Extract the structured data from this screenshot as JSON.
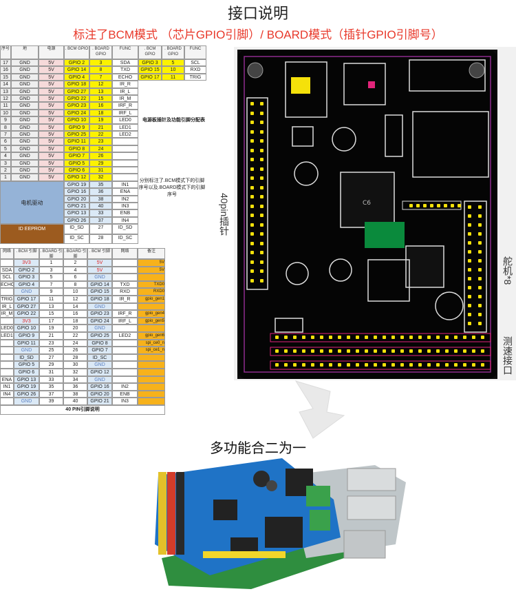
{
  "header": {
    "title": "接口说明",
    "subtitle": "标注了BCM模式 （芯片GPIO引脚）/ BOARD模式（插针GPIO引脚号）"
  },
  "top_table": {
    "headers": [
      "序号",
      "地",
      "电源",
      ". BCM GPIO",
      ". BOARD GPIO",
      "FUNC",
      ". BCM GPIO",
      ". BOARD GPIO",
      "FUNC"
    ],
    "rows": [
      [
        "17",
        "GND",
        "5V",
        "GPIO 2",
        "3",
        "SDA",
        "GPIO 3",
        "5",
        "SCL"
      ],
      [
        "16",
        "GND",
        "5V",
        "GPIO 14",
        "8",
        "TXD",
        "GPIO 15",
        "10",
        "RXD"
      ],
      [
        "15",
        "GND",
        "5V",
        "GPIO 4",
        "7",
        "ECHO",
        "GPIO 17",
        "11",
        "TRIG"
      ],
      [
        "14",
        "GND",
        "5V",
        "GPIO 18",
        "12",
        "IR_R",
        "",
        "",
        ""
      ],
      [
        "13",
        "GND",
        "5V",
        "GPIO 27",
        "13",
        "IR_L",
        "",
        "",
        ""
      ],
      [
        "12",
        "GND",
        "5V",
        "GPIO 22",
        "15",
        "IR_M",
        "",
        "",
        ""
      ],
      [
        "11",
        "GND",
        "5V",
        "GPIO 23",
        "16",
        "IRF_R",
        "",
        "",
        ""
      ],
      [
        "10",
        "GND",
        "5V",
        "GPIO 24",
        "18",
        "IRF_L",
        "",
        "",
        ""
      ],
      [
        "9",
        "GND",
        "5V",
        "GPIO 10",
        "19",
        "LED0",
        "",
        "",
        ""
      ],
      [
        "8",
        "GND",
        "5V",
        "GPIO 9",
        "21",
        "LED1",
        "",
        "",
        ""
      ],
      [
        "7",
        "GND",
        "5V",
        "GPIO 25",
        "22",
        "LED2",
        "",
        "",
        ""
      ],
      [
        "6",
        "GND",
        "5V",
        "GPIO 11",
        "23",
        "",
        "",
        "",
        ""
      ],
      [
        "5",
        "GND",
        "5V",
        "GPIO 8",
        "24",
        "",
        "",
        "",
        ""
      ],
      [
        "4",
        "GND",
        "5V",
        "GPIO 7",
        "26",
        "",
        "",
        "",
        ""
      ],
      [
        "3",
        "GND",
        "5V",
        "GPIO 5",
        "29",
        "",
        "",
        "",
        ""
      ],
      [
        "2",
        "GND",
        "5V",
        "GPIO 6",
        "31",
        "",
        "",
        "",
        ""
      ],
      [
        "1",
        "GND",
        "5V",
        "GPIO 12",
        "32",
        "",
        "",
        "",
        ""
      ]
    ],
    "side_note_1": "电源板插针及功能引脚分配表",
    "side_note_2": "分别标注了.BCM模式下的引脚序号以及.BOARD模式下的引脚序号",
    "motor_label": "电机驱动",
    "motor_rows": [
      [
        "GPIO 19",
        "35",
        "IN1"
      ],
      [
        "GPIO 16",
        "36",
        "ENA"
      ],
      [
        "GPIO 20",
        "38",
        "IN2"
      ],
      [
        "GPIO 21",
        "40",
        "IN3"
      ],
      [
        "GPIO 13",
        "33",
        "ENB"
      ],
      [
        "GPIO 26",
        "37",
        "IN4"
      ]
    ],
    "eeprom_label": "ID EEPROM",
    "eeprom_rows": [
      [
        "ID_SD",
        "27",
        "ID_SD"
      ],
      [
        "ID_SC",
        "28",
        "ID_SC"
      ]
    ]
  },
  "bottom_table": {
    "headers": [
      "网络",
      ". BCM 引脚",
      ". BOARD 引脚",
      ". BOARD 引脚",
      ". BCM 引脚",
      "网络",
      "备注"
    ],
    "rows": [
      [
        "",
        "3V3",
        "1",
        "2",
        "5V",
        "",
        "5V"
      ],
      [
        "SDA",
        "GPIO 2",
        "3",
        "4",
        "5V",
        "",
        "5V"
      ],
      [
        "SCL",
        "GPIO 3",
        "5",
        "6",
        "GND",
        "",
        ""
      ],
      [
        "ECHO",
        "GPIO 4",
        "7",
        "8",
        "GPIO 14",
        "TXD",
        "TXD0"
      ],
      [
        "",
        "GND",
        "9",
        "10",
        "GPIO 15",
        "RXD",
        "RXD0"
      ],
      [
        "TRIG",
        "GPIO 17",
        "11",
        "12",
        "GPIO 18",
        "IR_R",
        "gpio_gen1"
      ],
      [
        "IR_L",
        "GPIO 27",
        "13",
        "14",
        "GND",
        "",
        ""
      ],
      [
        "IR_M",
        "GPIO 22",
        "15",
        "16",
        "GPIO 23",
        "IRF_R",
        "gpio_gen4"
      ],
      [
        "",
        "3V3",
        "17",
        "18",
        "GPIO 24",
        "IRF_L",
        "gpio_gen5"
      ],
      [
        "LED0",
        "GPIO 10",
        "19",
        "20",
        "GND",
        "",
        ""
      ],
      [
        "LED1",
        "GPIO 9",
        "21",
        "22",
        "GPIO 25",
        "LED2",
        "gpio_gen6"
      ],
      [
        "",
        "GPIO 11",
        "23",
        "24",
        "GPIO 8",
        "",
        "spi_ce0_n"
      ],
      [
        "",
        "GND",
        "25",
        "26",
        "GPIO 7",
        "",
        "spi_ce1_n"
      ],
      [
        "",
        "ID_SD",
        "27",
        "28",
        "ID_SC",
        "",
        ""
      ],
      [
        "",
        "GPIO 5",
        "29",
        "30",
        "GND",
        "",
        ""
      ],
      [
        "",
        "GPIO 6",
        "31",
        "32",
        "GPIO 12",
        "",
        ""
      ],
      [
        "ENA",
        "GPIO 13",
        "33",
        "34",
        "GND",
        "",
        ""
      ],
      [
        "IN1",
        "GPIO 19",
        "35",
        "36",
        "GPIO 16",
        "IN2",
        ""
      ],
      [
        "IN4",
        "GPIO 26",
        "37",
        "38",
        "GPIO 20",
        "ENB",
        ""
      ],
      [
        "",
        "GND",
        "39",
        "40",
        "GPIO 21",
        "IN3",
        ""
      ]
    ],
    "footer": "40 PIN引脚说明"
  },
  "pcb": {
    "left_label": "40pin插针",
    "right_label_1": "舵机*8",
    "right_label_2": "测速接口",
    "chip_label": "C6"
  },
  "bottom_title": "多功能合二为一"
}
